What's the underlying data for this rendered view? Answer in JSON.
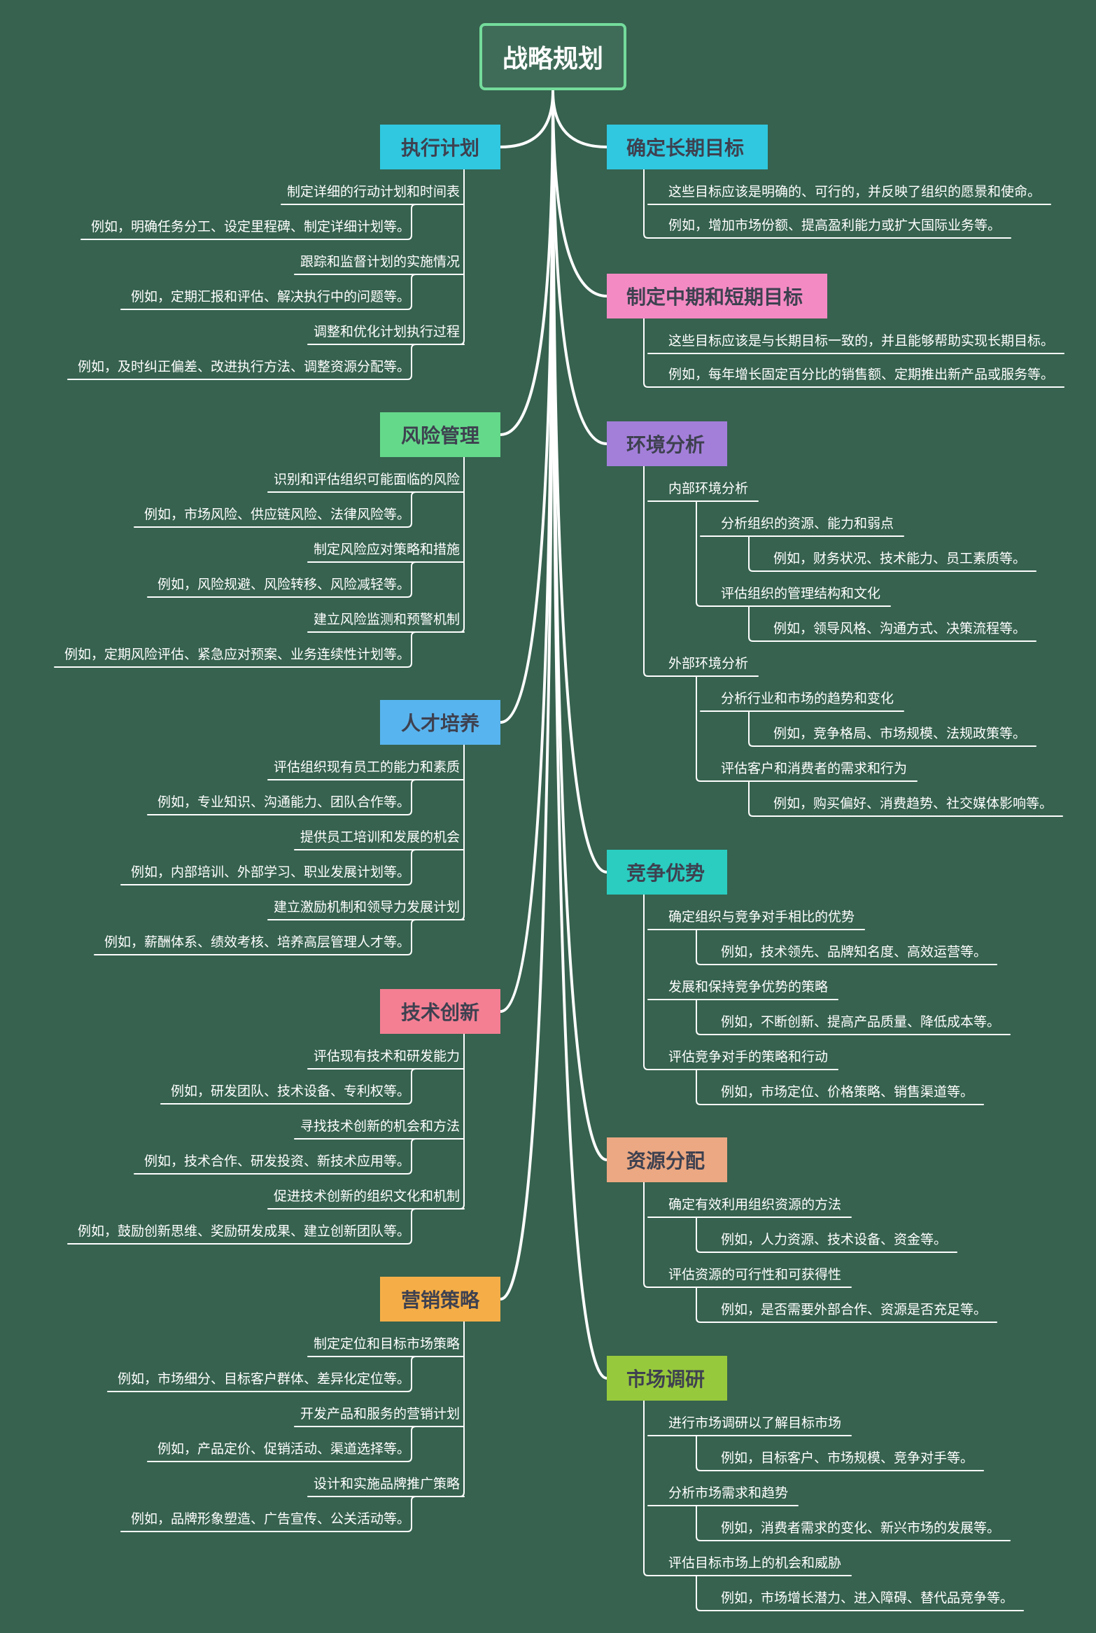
{
  "root": {
    "label": "战略规划"
  },
  "branches": {
    "left": [
      {
        "label": "执行计划",
        "color": "#2fc8e0",
        "items": [
          {
            "text": "制定详细的行动计划和时间表",
            "example": "例如，明确任务分工、设定里程碑、制定详细计划等。"
          },
          {
            "text": "跟踪和监督计划的实施情况",
            "example": "例如，定期汇报和评估、解决执行中的问题等。"
          },
          {
            "text": "调整和优化计划执行过程",
            "example": "例如，及时纠正偏差、改进执行方法、调整资源分配等。"
          }
        ]
      },
      {
        "label": "风险管理",
        "color": "#64d98a",
        "items": [
          {
            "text": "识别和评估组织可能面临的风险",
            "example": "例如，市场风险、供应链风险、法律风险等。"
          },
          {
            "text": "制定风险应对策略和措施",
            "example": "例如，风险规避、风险转移、风险减轻等。"
          },
          {
            "text": "建立风险监测和预警机制",
            "example": "例如，定期风险评估、紧急应对预案、业务连续性计划等。"
          }
        ]
      },
      {
        "label": "人才培养",
        "color": "#58b4ee",
        "items": [
          {
            "text": "评估组织现有员工的能力和素质",
            "example": "例如，专业知识、沟通能力、团队合作等。"
          },
          {
            "text": "提供员工培训和发展的机会",
            "example": "例如，内部培训、外部学习、职业发展计划等。"
          },
          {
            "text": "建立激励机制和领导力发展计划",
            "example": "例如，薪酬体系、绩效考核、培养高层管理人才等。"
          }
        ]
      },
      {
        "label": "技术创新",
        "color": "#f47f93",
        "items": [
          {
            "text": "评估现有技术和研发能力",
            "example": "例如，研发团队、技术设备、专利权等。"
          },
          {
            "text": "寻找技术创新的机会和方法",
            "example": "例如，技术合作、研发投资、新技术应用等。"
          },
          {
            "text": "促进技术创新的组织文化和机制",
            "example": "例如，鼓励创新思维、奖励研发成果、建立创新团队等。"
          }
        ]
      },
      {
        "label": "营销策略",
        "color": "#f5ae47",
        "items": [
          {
            "text": "制定定位和目标市场策略",
            "example": "例如，市场细分、目标客户群体、差异化定位等。"
          },
          {
            "text": "开发产品和服务的营销计划",
            "example": "例如，产品定价、促销活动、渠道选择等。"
          },
          {
            "text": "设计和实施品牌推广策略",
            "example": "例如，品牌形象塑造、广告宣传、公关活动等。"
          }
        ]
      }
    ],
    "right": [
      {
        "label": "确定长期目标",
        "color": "#2fc8e0",
        "lines": [
          "这些目标应该是明确的、可行的，并反映了组织的愿景和使命。",
          "例如，增加市场份额、提高盈利能力或扩大国际业务等。"
        ]
      },
      {
        "label": "制定中期和短期目标",
        "color": "#f48ac4",
        "lines": [
          "这些目标应该是与长期目标一致的，并且能够帮助实现长期目标。",
          "例如，每年增长固定百分比的销售额、定期推出新产品或服务等。"
        ]
      },
      {
        "label": "环境分析",
        "color": "#a37fda",
        "groups": [
          {
            "text": "内部环境分析",
            "items": [
              {
                "text": "分析组织的资源、能力和弱点",
                "example": "例如，财务状况、技术能力、员工素质等。"
              },
              {
                "text": "评估组织的管理结构和文化",
                "example": "例如，领导风格、沟通方式、决策流程等。"
              }
            ]
          },
          {
            "text": "外部环境分析",
            "items": [
              {
                "text": "分析行业和市场的趋势和变化",
                "example": "例如，竞争格局、市场规模、法规政策等。"
              },
              {
                "text": "评估客户和消费者的需求和行为",
                "example": "例如，购买偏好、消费趋势、社交媒体影响等。"
              }
            ]
          }
        ]
      },
      {
        "label": "竞争优势",
        "color": "#2acdc0",
        "items": [
          {
            "text": "确定组织与竞争对手相比的优势",
            "example": "例如，技术领先、品牌知名度、高效运营等。"
          },
          {
            "text": "发展和保持竞争优势的策略",
            "example": "例如，不断创新、提高产品质量、降低成本等。"
          },
          {
            "text": "评估竞争对手的策略和行动",
            "example": "例如，市场定位、价格策略、销售渠道等。"
          }
        ]
      },
      {
        "label": "资源分配",
        "color": "#eca882",
        "items": [
          {
            "text": "确定有效利用组织资源的方法",
            "example": "例如，人力资源、技术设备、资金等。"
          },
          {
            "text": "评估资源的可行性和可获得性",
            "example": "例如，是否需要外部合作、资源是否充足等。"
          }
        ]
      },
      {
        "label": "市场调研",
        "color": "#97c93c",
        "items": [
          {
            "text": "进行市场调研以了解目标市场",
            "example": "例如，目标客户、市场规模、竞争对手等。"
          },
          {
            "text": "分析市场需求和趋势",
            "example": "例如，消费者需求的变化、新兴市场的发展等。"
          },
          {
            "text": "评估目标市场上的机会和威胁",
            "example": "例如，市场增长潜力、进入障碍、替代品竞争等。"
          }
        ]
      }
    ]
  }
}
